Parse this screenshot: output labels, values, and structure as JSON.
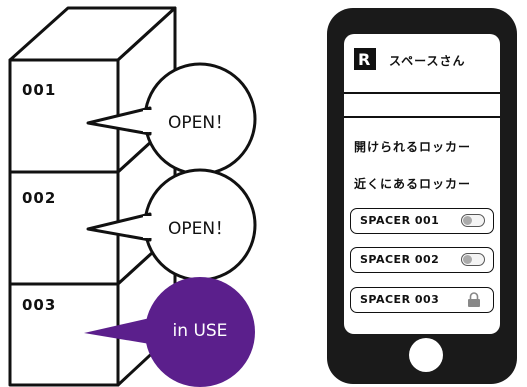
{
  "lockers": [
    {
      "number": "001",
      "status": "OPEN！"
    },
    {
      "number": "002",
      "status": "OPEN！"
    },
    {
      "number": "003",
      "status": "in USE"
    }
  ],
  "colors": {
    "in_use": "#5b1f8c",
    "outline": "#111111",
    "phone_body": "#1a1a1a"
  },
  "app": {
    "logo": "R",
    "title": "スペースさん",
    "section_openable": "開けられるロッカー",
    "section_nearby": "近くにあるロッカー",
    "items": [
      {
        "label": "SPACER 001",
        "control": "toggle-icon"
      },
      {
        "label": "SPACER 002",
        "control": "toggle-icon"
      },
      {
        "label": "SPACER 003",
        "control": "lock-icon"
      }
    ]
  }
}
